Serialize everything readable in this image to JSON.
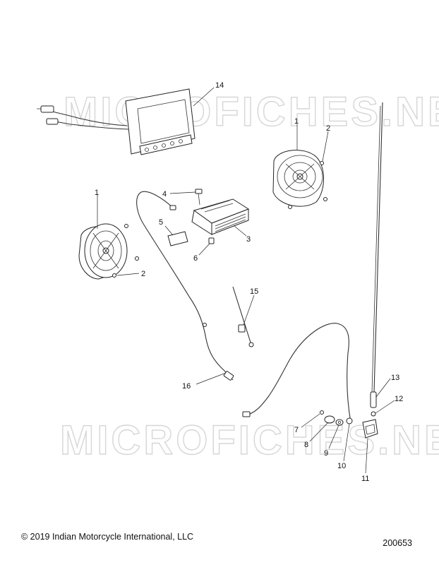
{
  "watermark": "MICROFICHES.NET",
  "callouts": [
    {
      "id": "14",
      "text": "14"
    },
    {
      "id": "1a",
      "text": "1"
    },
    {
      "id": "2a",
      "text": "2"
    },
    {
      "id": "1b",
      "text": "1"
    },
    {
      "id": "4",
      "text": "4"
    },
    {
      "id": "5",
      "text": "5"
    },
    {
      "id": "3",
      "text": "3"
    },
    {
      "id": "6",
      "text": "6"
    },
    {
      "id": "2b",
      "text": "2"
    },
    {
      "id": "15",
      "text": "15"
    },
    {
      "id": "16",
      "text": "16"
    },
    {
      "id": "13",
      "text": "13"
    },
    {
      "id": "12",
      "text": "12"
    },
    {
      "id": "7",
      "text": "7"
    },
    {
      "id": "8",
      "text": "8"
    },
    {
      "id": "9",
      "text": "9"
    },
    {
      "id": "10",
      "text": "10"
    },
    {
      "id": "11",
      "text": "11"
    }
  ],
  "footer": {
    "copyright": "© 2019 Indian Motorcycle International, LLC",
    "doc_number": "200653"
  }
}
